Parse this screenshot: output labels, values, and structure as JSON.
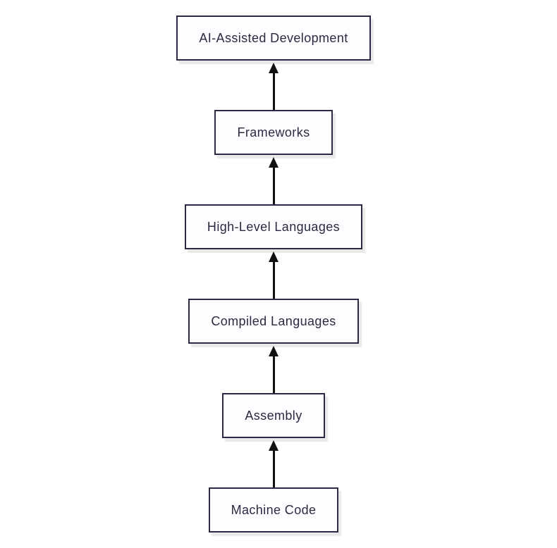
{
  "diagram": {
    "type": "flowchart",
    "direction": "bottom-to-top",
    "nodes": [
      {
        "id": "ai-assisted-development",
        "label": "AI-Assisted Development"
      },
      {
        "id": "frameworks",
        "label": "Frameworks"
      },
      {
        "id": "high-level-languages",
        "label": "High-Level Languages"
      },
      {
        "id": "compiled-languages",
        "label": "Compiled Languages"
      },
      {
        "id": "assembly",
        "label": "Assembly"
      },
      {
        "id": "machine-code",
        "label": "Machine Code"
      }
    ],
    "edges": [
      {
        "from": "Machine Code",
        "to": "Assembly",
        "arrow": "up"
      },
      {
        "from": "Assembly",
        "to": "Compiled Languages",
        "arrow": "up"
      },
      {
        "from": "Compiled Languages",
        "to": "High-Level Languages",
        "arrow": "up"
      },
      {
        "from": "High-Level Languages",
        "to": "Frameworks",
        "arrow": "up"
      },
      {
        "from": "Frameworks",
        "to": "AI-Assisted Development",
        "arrow": "up"
      }
    ],
    "colors": {
      "background": "#ffffff",
      "node_fill": "#fdfdff",
      "node_border": "#2a2a42",
      "node_text": "#2a2a42",
      "node_shadow": "#e9e9e9",
      "arrow": "#111111"
    }
  }
}
